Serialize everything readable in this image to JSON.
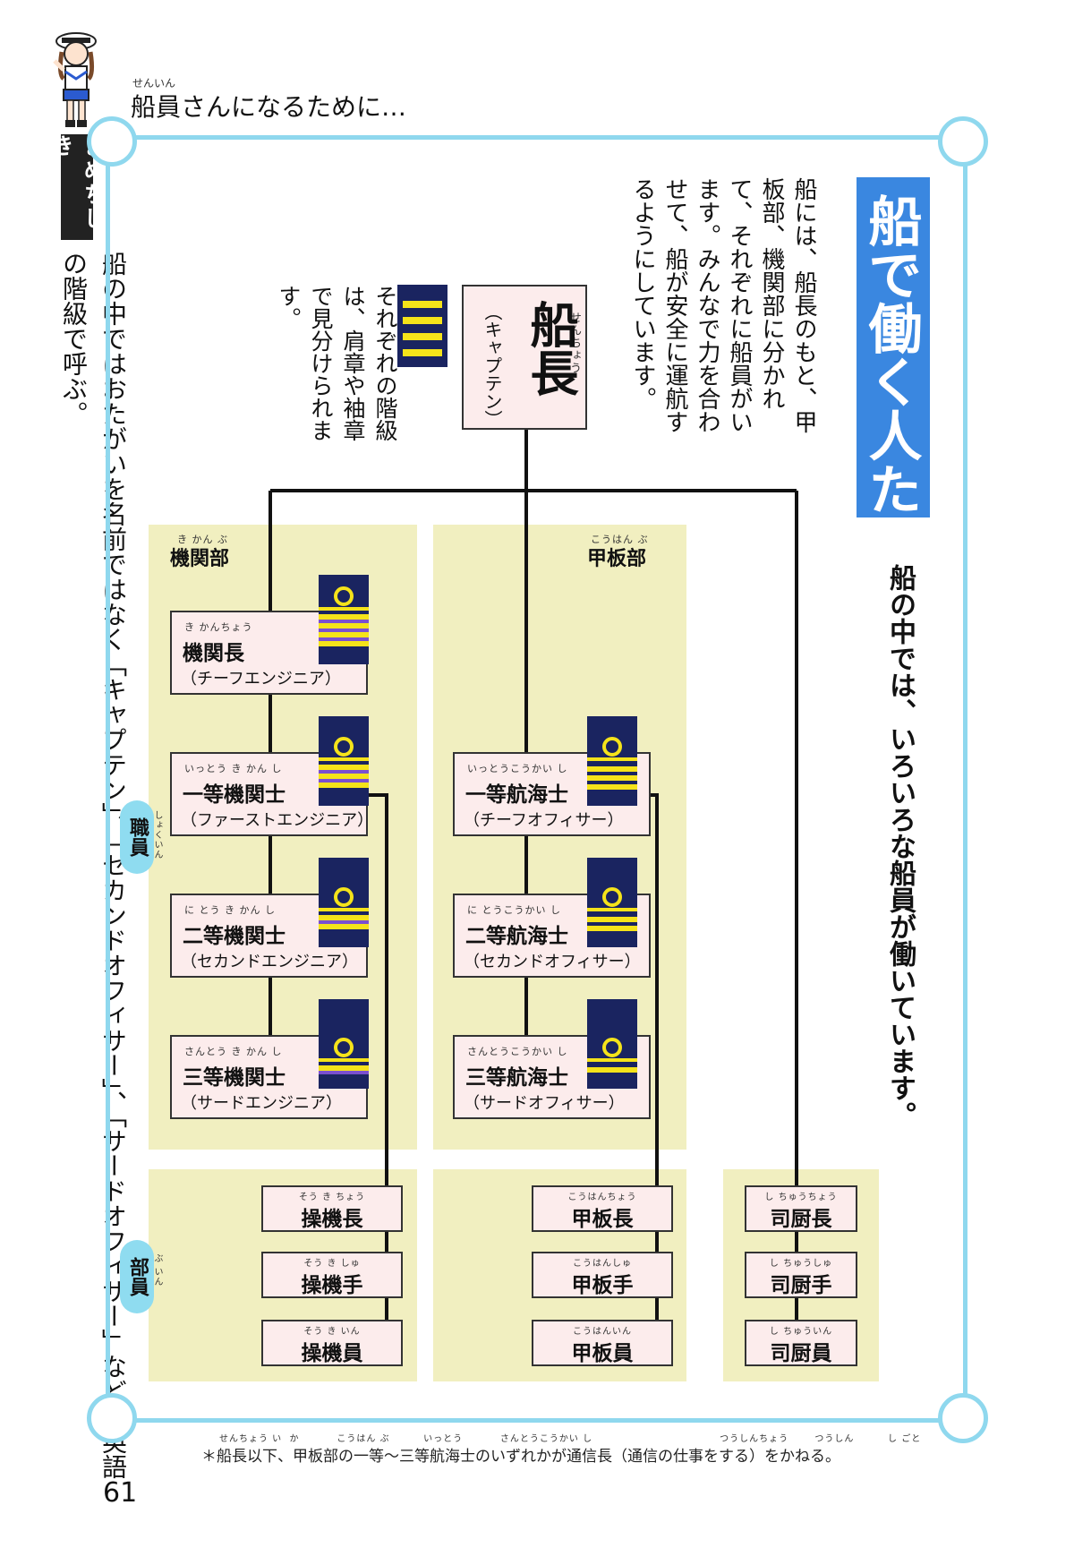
{
  "page": {
    "number": "61",
    "section_ruby": "せんいん",
    "section_heading": "船員さんになるために…",
    "mame_tag": "まめちしき",
    "mame_text": "船の中ではおたがいを名前ではなく「キャプテン」、「セカンドオフィサー」、「サードオフィサー」などと英語の階級で呼ぶ。",
    "footnote": "＊船長以下、甲板部の一等～三等航海士のいずれかが通信長（通信の仕事をする）をかねる。",
    "footnote_ruby": "せんちょう い  か          こうはん ぶ         いっとう          さんとうこうかい し                                  つうしんちょう       つうしん         し ごと"
  },
  "title": "船で働く人たち",
  "subtitle": "船の中では、いろいろな船員が働いています。",
  "intro_text": "船には、船長のもと、甲板部、機関部に分かれて、それぞれに船員がいます。みんなで力を合わせて、船が安全に運航するようにしています。",
  "rank_text": "それぞれの階級は、肩章や袖章で見分けられます。",
  "captain": {
    "name": "船長",
    "ruby": "せんちょう",
    "english": "（キャプテン）"
  },
  "departments": {
    "engine": {
      "label": "機関部",
      "ruby": "き かん ぶ",
      "officers": [
        {
          "name": "機関長",
          "ruby": "き かんちょう",
          "english": "（チーフエンジニア）"
        },
        {
          "name": "一等機関士",
          "ruby": "いっとう  き かん し",
          "english": "（ファーストエンジニア）"
        },
        {
          "name": "二等機関士",
          "ruby": "に とう  き かん し",
          "english": "（セカンドエンジニア）"
        },
        {
          "name": "三等機関士",
          "ruby": "さんとう  き かん し",
          "english": "（サードエンジニア）"
        }
      ],
      "crew": [
        {
          "name": "操機長",
          "ruby": "そう き ちょう"
        },
        {
          "name": "操機手",
          "ruby": "そう き しゅ"
        },
        {
          "name": "操機員",
          "ruby": "そう き いん"
        }
      ]
    },
    "deck": {
      "label": "甲板部",
      "ruby": "こうはん ぶ",
      "officers": [
        {
          "name": "一等航海士",
          "ruby": "いっとうこうかい し",
          "english": "（チーフオフィサー）"
        },
        {
          "name": "二等航海士",
          "ruby": "に とうこうかい し",
          "english": "（セカンドオフィサー）"
        },
        {
          "name": "三等航海士",
          "ruby": "さんとうこうかい し",
          "english": "（サードオフィサー）"
        }
      ],
      "crew": [
        {
          "name": "甲板長",
          "ruby": "こうはんちょう"
        },
        {
          "name": "甲板手",
          "ruby": "こうはんしゅ"
        },
        {
          "name": "甲板員",
          "ruby": "こうはんいん"
        }
      ]
    },
    "steward": {
      "crew": [
        {
          "name": "司厨長",
          "ruby": "し ちゅうちょう"
        },
        {
          "name": "司厨手",
          "ruby": "し ちゅうしゅ"
        },
        {
          "name": "司厨員",
          "ruby": "し ちゅういん"
        }
      ]
    }
  },
  "levels": {
    "officers": "職員",
    "officers_ruby": "しょくいん",
    "crew": "部員",
    "crew_ruby": "ぶ いん"
  },
  "colors": {
    "frame": "#8fd8ee",
    "title_band": "#3a87e0",
    "dept_bg": "#f1efc0",
    "box_bg": "#fcecec",
    "insignia_navy": "#1a2460",
    "insignia_gold": "#f5e31a",
    "insignia_purple": "#7b4fd0",
    "pill": "#8fdcf0"
  }
}
